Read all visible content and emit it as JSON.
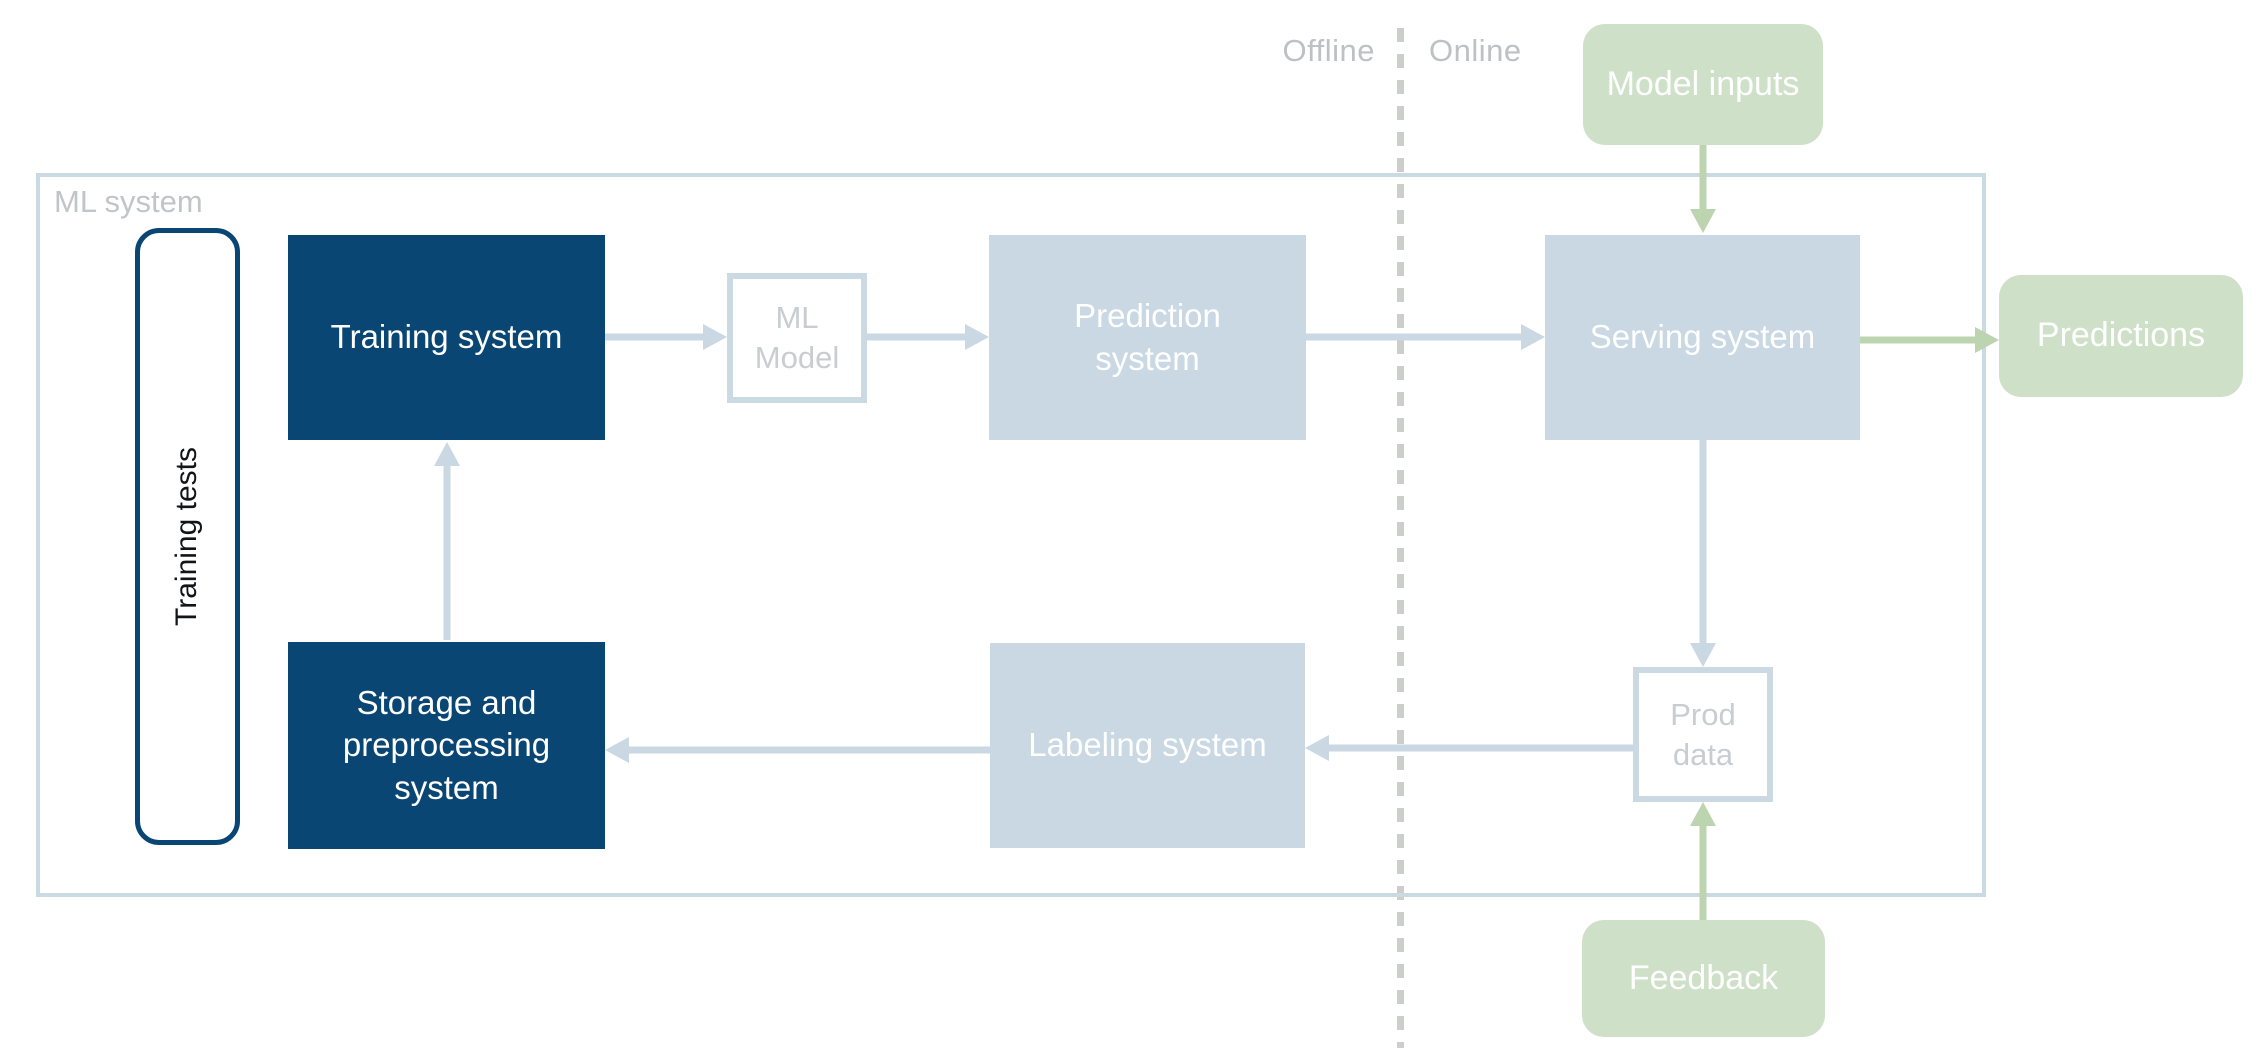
{
  "diagram": {
    "system_label": "ML system",
    "zones": {
      "offline_label": "Offline",
      "online_label": "Online"
    },
    "nodes": {
      "training_tests": {
        "label": "Training tests",
        "style": "white-rounded-navy-border",
        "orientation": "vertical"
      },
      "training_system": {
        "label": "Training system",
        "style": "navy"
      },
      "ml_model": {
        "label": "ML Model",
        "style": "white-outline-blue"
      },
      "prediction_system": {
        "label": "Prediction system",
        "style": "light-blue"
      },
      "serving_system": {
        "label": "Serving system",
        "style": "light-blue"
      },
      "storage_preprocessing": {
        "label": "Storage and preprocessing system",
        "style": "navy"
      },
      "labeling_system": {
        "label": "Labeling system",
        "style": "light-blue"
      },
      "prod_data": {
        "label": "Prod data",
        "style": "white-outline-blue"
      },
      "model_inputs": {
        "label": "Model inputs",
        "style": "green-rounded"
      },
      "predictions": {
        "label": "Predictions",
        "style": "green-rounded"
      },
      "feedback": {
        "label": "Feedback",
        "style": "green-rounded"
      }
    },
    "edges": [
      {
        "from": "training_system",
        "to": "ml_model",
        "color": "blue"
      },
      {
        "from": "ml_model",
        "to": "prediction_system",
        "color": "blue"
      },
      {
        "from": "prediction_system",
        "to": "serving_system",
        "color": "blue"
      },
      {
        "from": "serving_system",
        "to": "predictions",
        "color": "green"
      },
      {
        "from": "model_inputs",
        "to": "serving_system",
        "color": "green"
      },
      {
        "from": "serving_system",
        "to": "prod_data",
        "color": "blue"
      },
      {
        "from": "feedback",
        "to": "prod_data",
        "color": "green"
      },
      {
        "from": "prod_data",
        "to": "labeling_system",
        "color": "blue"
      },
      {
        "from": "labeling_system",
        "to": "storage_preprocessing",
        "color": "blue"
      },
      {
        "from": "storage_preprocessing",
        "to": "training_system",
        "color": "blue"
      }
    ],
    "colors": {
      "navy": "#0A4673",
      "light_blue_fill": "#C9D8E2",
      "light_blue_border": "#CBD9E3",
      "green_fill": "#CFE0C9",
      "green_arrow": "#BCD4B0",
      "blue_arrow": "#C9D8E2",
      "dash_gray": "#CBCECB",
      "zone_text_gray": "#BEC1C3",
      "faded_text_gray": "#C9CDD1",
      "white_text": "#FFFFFF"
    }
  }
}
